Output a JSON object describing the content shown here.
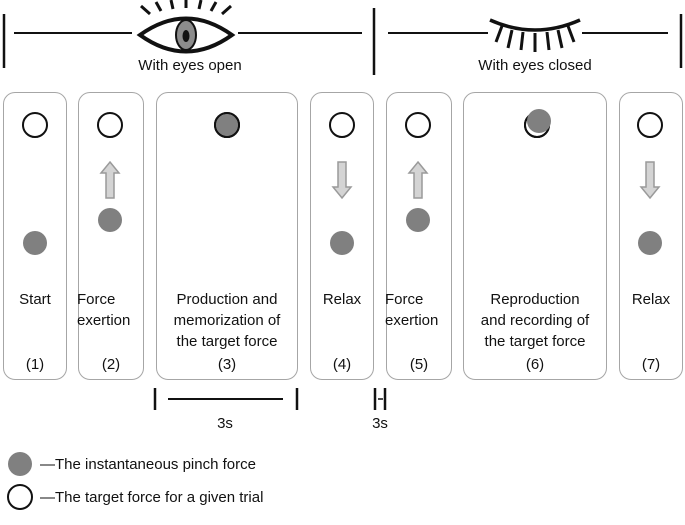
{
  "colors": {
    "force_dot": "#808080",
    "arrow_fill": "#d4d4d4",
    "arrow_stroke": "#9a9a9a",
    "panel_border": "#a6a6a6"
  },
  "icons": {
    "open_eye": "eye-open-icon",
    "closed_eye": "eye-closed-icon",
    "up_arrow": "arrow-up-icon",
    "down_arrow": "arrow-down-icon"
  },
  "header": {
    "open_label": "With eyes open",
    "closed_label": "With eyes closed"
  },
  "panels": [
    {
      "id": "start",
      "lines": [
        "Start"
      ],
      "number": "(1)",
      "arrow": "none",
      "dot": "bottom"
    },
    {
      "id": "force-exertion-1",
      "lines": [
        "Force",
        "exertion"
      ],
      "number": "(2)",
      "arrow": "up",
      "dot": "middle"
    },
    {
      "id": "production",
      "lines": [
        "Production and",
        "memorization of",
        "the target force"
      ],
      "number": "(3)",
      "arrow": "none",
      "dot": "inside"
    },
    {
      "id": "relax-1",
      "lines": [
        "Relax"
      ],
      "number": "(4)",
      "arrow": "down",
      "dot": "bottom"
    },
    {
      "id": "force-exertion-2",
      "lines": [
        "Force",
        "exertion"
      ],
      "number": "(5)",
      "arrow": "up",
      "dot": "middle"
    },
    {
      "id": "reproduction",
      "lines": [
        "Reproduction",
        "and recording of",
        "the target force"
      ],
      "number": "(6)",
      "arrow": "none",
      "dot": "overlap"
    },
    {
      "id": "relax-2",
      "lines": [
        "Relax"
      ],
      "number": "(7)",
      "arrow": "down",
      "dot": "bottom"
    }
  ],
  "timing": {
    "long_label": "3s",
    "short_label": "3s"
  },
  "legend": {
    "filled_text": "—The instantaneous pinch force",
    "open_text": "—The target force for a given trial"
  }
}
